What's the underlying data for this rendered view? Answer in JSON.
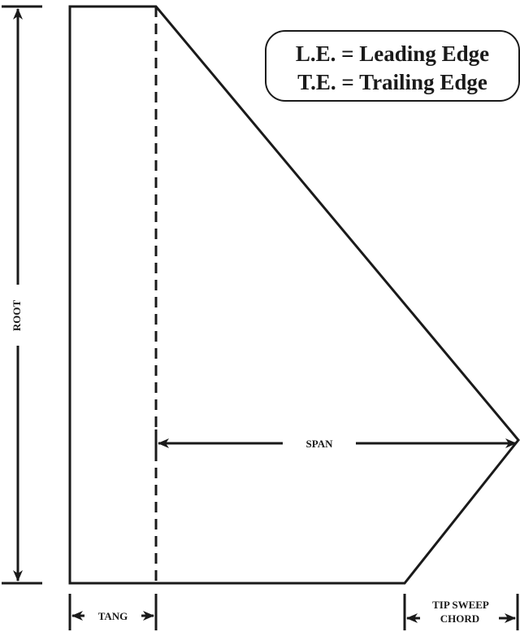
{
  "legend": {
    "line1": "L.E. = Leading Edge",
    "line2": "T.E. = Trailing Edge"
  },
  "labels": {
    "root": "ROOT",
    "span": "SPAN",
    "tang": "TANG",
    "tip_sweep": "TIP SWEEP",
    "chord": "CHORD"
  },
  "colors": {
    "stroke": "#1a1a1a",
    "background": "#ffffff"
  }
}
